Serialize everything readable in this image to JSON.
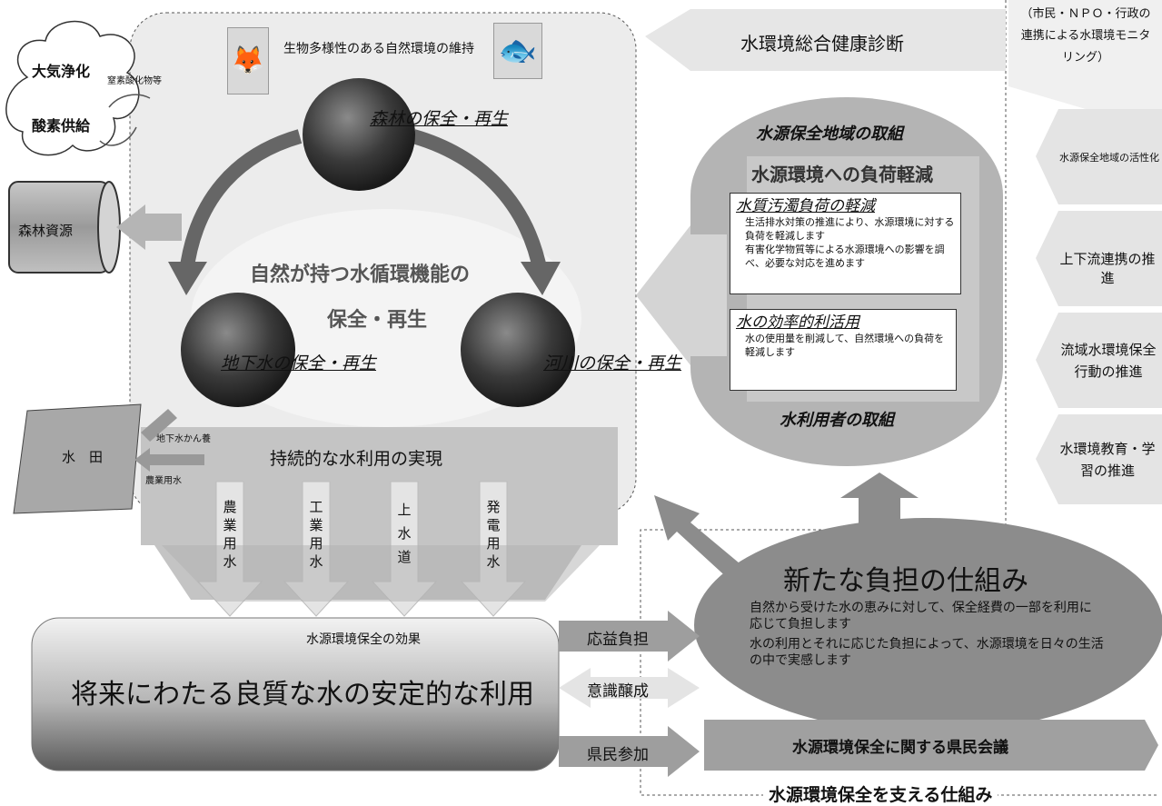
{
  "top_caption": "生物多様性のある自然環境の維持",
  "left": {
    "cloud_line1": "大気浄化",
    "cloud_line2": "酸素供給",
    "co2_label": "窒素酸化物等",
    "forest_resource": "森林資源",
    "rice_field": "水　田",
    "groundwater_recharge": "地下水かん養",
    "agri_water_small": "農業用水"
  },
  "cycle": {
    "forest": "森林の保全・再生",
    "groundwater": "地下水の保全・再生",
    "river": "河川の保全・再生",
    "center_line1": "自然が持つ水循環機能の",
    "center_line2": "保全・再生"
  },
  "sustainable_use": "持続的な水利用の実現",
  "uses": [
    "農業用水",
    "工業用水",
    "上水道",
    "発電用水"
  ],
  "effect": {
    "label": "水源環境保全の効果",
    "main": "将来にわたる良質な水の安定的な利用"
  },
  "links": [
    "応益負担",
    "意識醸成",
    "県民参加"
  ],
  "diagnosis": "水環境総合健康診断",
  "monitoring": "（市民・ＮＰＯ・行政の連携による水環境モニタリング）",
  "right_items": [
    "水源保全地域の活性化",
    "上下流連携の推進",
    "流域水環境保全行動の推進",
    "水環境教育・学習の推進"
  ],
  "source_area": {
    "top_title": "水源保全地域の取組",
    "band_title": "水源環境への負荷軽減",
    "box1_title": "水質汚濁負荷の軽減",
    "box1_items": [
      "生活排水対策の推進により、水源環境に対する負荷を軽減します",
      "有害化学物質等による水源環境への影響を調べ、必要な対応を進めます"
    ],
    "box2_title": "水の効率的利活用",
    "box2_items": [
      "水の使用量を削減して、自然環境への負荷を軽減します"
    ],
    "bottom_title": "水利用者の取組"
  },
  "new_burden": {
    "title": "新たな負担の仕組み",
    "items": [
      "自然から受けた水の恵みに対して、保全経費の一部を利用に応じて負担します",
      "水の利用とそれに応じた負担によって、水源環境を日々の生活の中で実感します"
    ]
  },
  "council": "水源環境保全に関する県民会議",
  "support": "水源環境保全を支える仕組み"
}
